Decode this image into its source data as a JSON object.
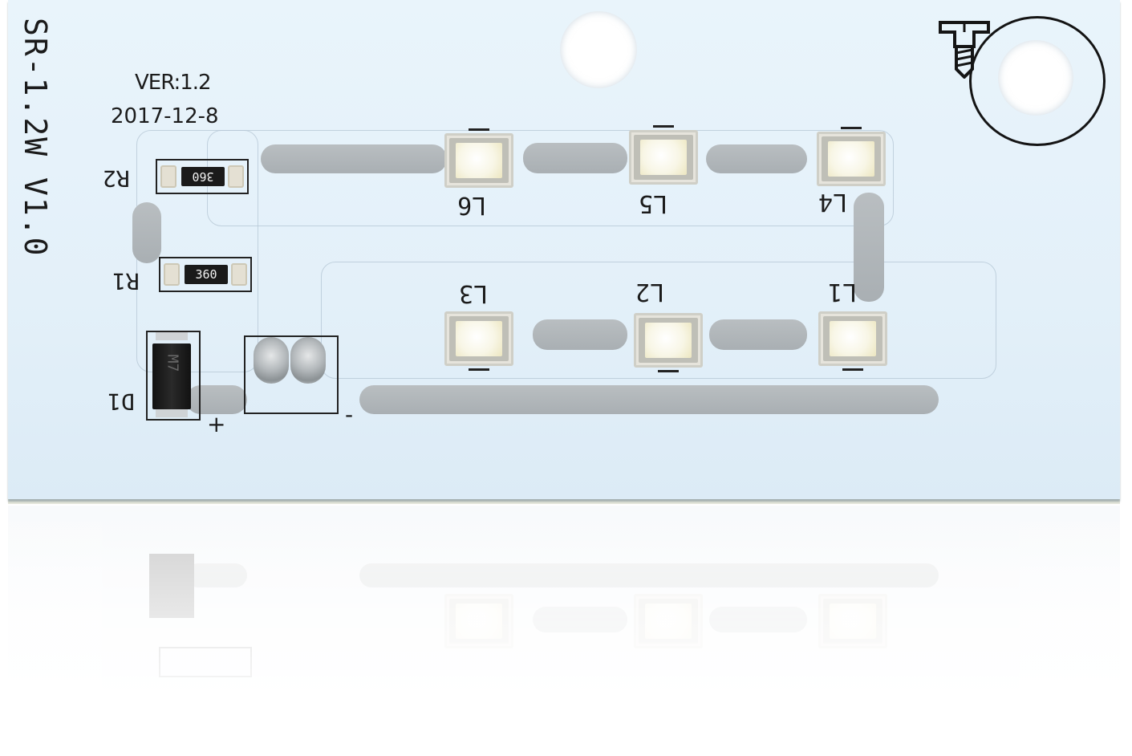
{
  "board": {
    "model": "SR-1.2W V1.0",
    "version": "VER:1.2",
    "date": "2017-12-8",
    "colors": {
      "substrate": "#e6f2fa",
      "silkscreen": "#1b1b1b",
      "pad": "#b0b6ba",
      "led": "#fbfaf0"
    }
  },
  "resistors": [
    {
      "ref": "R2",
      "code": "360"
    },
    {
      "ref": "R1",
      "code": "360"
    }
  ],
  "diode": {
    "ref": "D1",
    "marking": "M7"
  },
  "terminals": {
    "plus": "+",
    "minus": "-"
  },
  "leds": [
    {
      "ref": "L1"
    },
    {
      "ref": "L2"
    },
    {
      "ref": "L3"
    },
    {
      "ref": "L4"
    },
    {
      "ref": "L5"
    },
    {
      "ref": "L6"
    }
  ],
  "icons": {
    "mounting": "screw-icon",
    "hole": "mounting-hole"
  }
}
